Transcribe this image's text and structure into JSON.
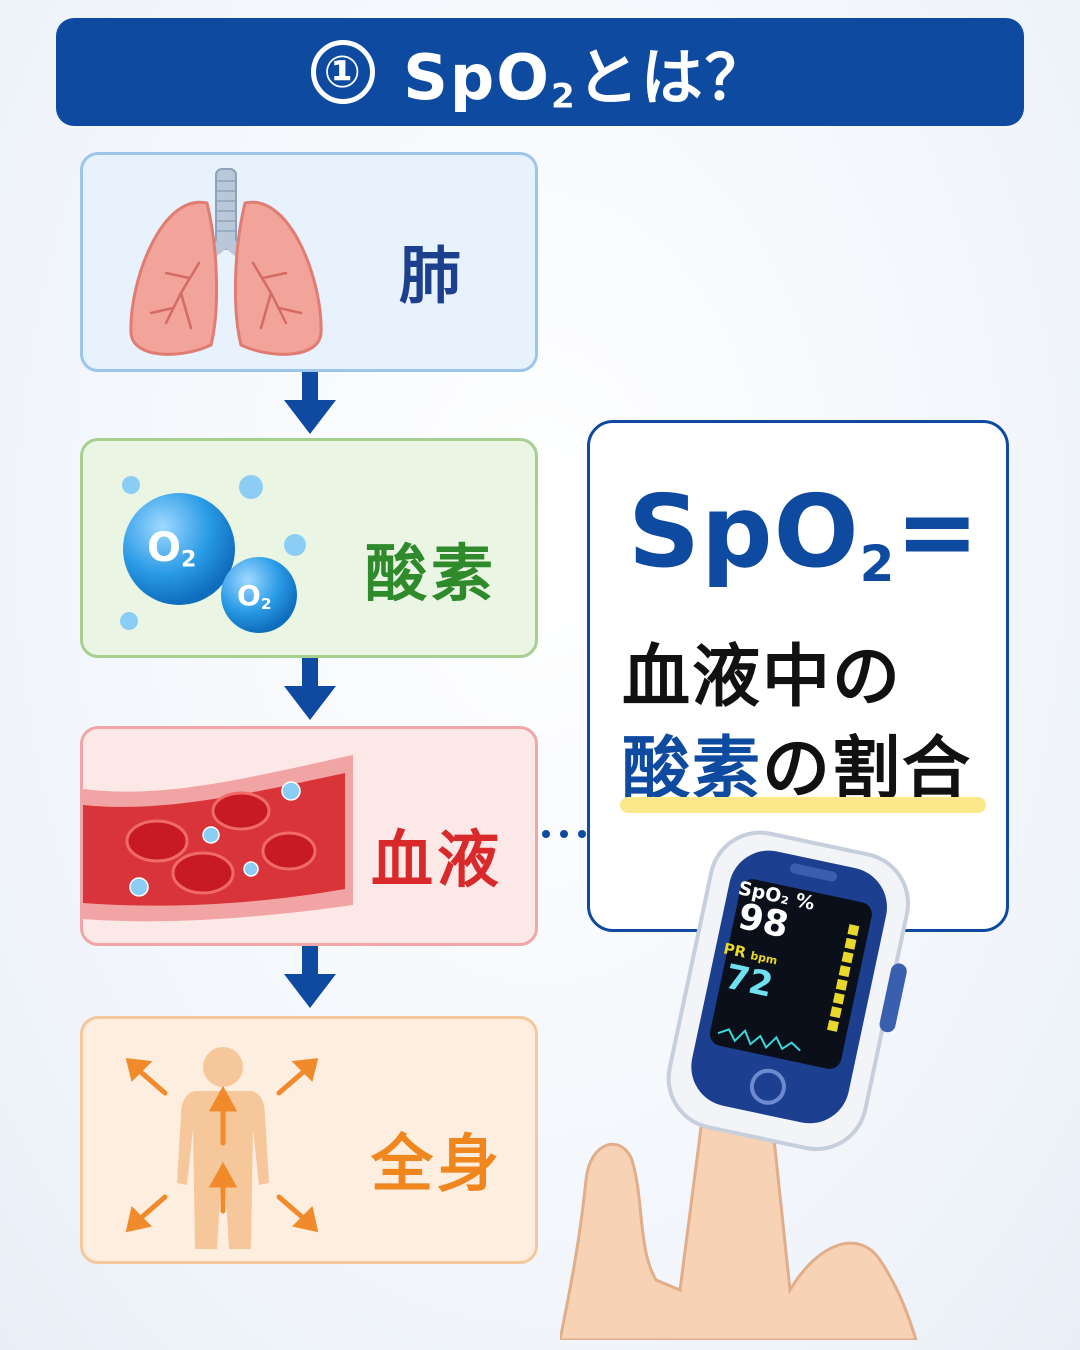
{
  "header": {
    "number": "①",
    "title_main": "SpO",
    "title_sub": "2",
    "title_rest": "とは？"
  },
  "flow": {
    "lung": "肺",
    "oxygen": "酸素",
    "blood": "血液",
    "body": "全身",
    "o2_main": "O",
    "o2_sub": "2"
  },
  "definition": {
    "symbol_main": "SpO",
    "symbol_sub": "2",
    "equals": "=",
    "line1": "血液中の",
    "line2_highlight": "酸素",
    "line2_rest": "の割合"
  },
  "oximeter": {
    "spo2_label": "SpO₂",
    "spo2_unit": "%",
    "spo2_value": "98",
    "pr_label": "PR",
    "pr_unit": "bpm",
    "pr_value": "72"
  },
  "colors": {
    "brand_blue": "#0d4aa0",
    "lung_blue": "#1c3f8e",
    "oxygen_green": "#2f8a2c",
    "blood_red": "#d82a2a",
    "body_orange": "#f0861e",
    "highlight_yellow": "#fae88a"
  }
}
